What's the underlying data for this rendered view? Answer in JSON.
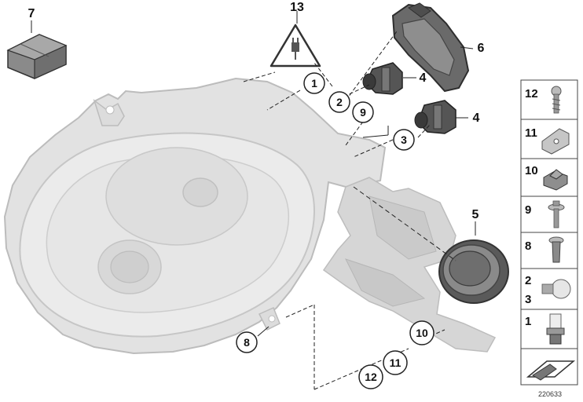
{
  "diagram_id": "220633",
  "callouts": {
    "c1": "1",
    "c2": "2",
    "c3": "3",
    "c4a": "4",
    "c4b": "4",
    "c5": "5",
    "c6": "6",
    "c7": "7",
    "c8": "8",
    "c9": "9",
    "c10": "10",
    "c11": "11",
    "c12": "12",
    "c13": "13"
  },
  "legend": [
    {
      "label": "12",
      "icon": "screw-icon"
    },
    {
      "label": "11",
      "icon": "clip-icon"
    },
    {
      "label": "10",
      "icon": "nut-icon"
    },
    {
      "label": "9",
      "icon": "bolt-washer-icon"
    },
    {
      "label": "8",
      "icon": "expansion-rivet-icon"
    },
    {
      "label": "2",
      "label2": "3",
      "icon": "bulb-icon"
    },
    {
      "label": "1",
      "icon": "halogen-bulb-icon"
    },
    {
      "label": "",
      "icon": "arrow-wedge-icon"
    }
  ],
  "colors": {
    "lamp_fill": "#e4e4e4",
    "lamp_stroke": "#bdbdbd",
    "part_dark": "#555555",
    "bracket": "#cfcfcf",
    "line": "#222222"
  }
}
